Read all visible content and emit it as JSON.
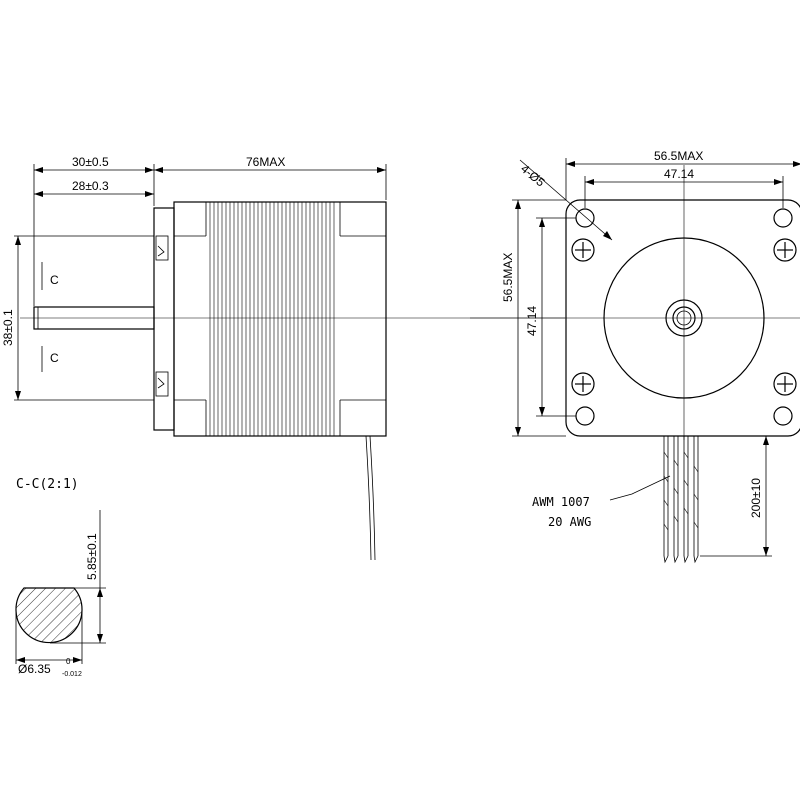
{
  "side_view": {
    "dim_shaft_length": "30±0.5",
    "dim_flat_length": "28±0.3",
    "dim_body_length": "76MAX",
    "dim_pilot_diameter": "38±0.1",
    "section_mark_top": "C",
    "section_mark_bottom": "C"
  },
  "front_view": {
    "dim_width_max": "56.5MAX",
    "dim_hole_spacing_h": "47.14",
    "dim_height_max": "56.5MAX",
    "dim_hole_spacing_v": "47.14",
    "dim_holes": "4-Ø5",
    "wire_spec_line1": "AWM 1007",
    "wire_spec_line2": "20 AWG",
    "dim_lead_length": "200±10"
  },
  "section_view": {
    "title": "C-C(2:1)",
    "dim_flat": "5.85±0.1",
    "dim_diameter": "Ø6.35",
    "dim_tol_upper": "0",
    "dim_tol_lower": "-0.012"
  }
}
